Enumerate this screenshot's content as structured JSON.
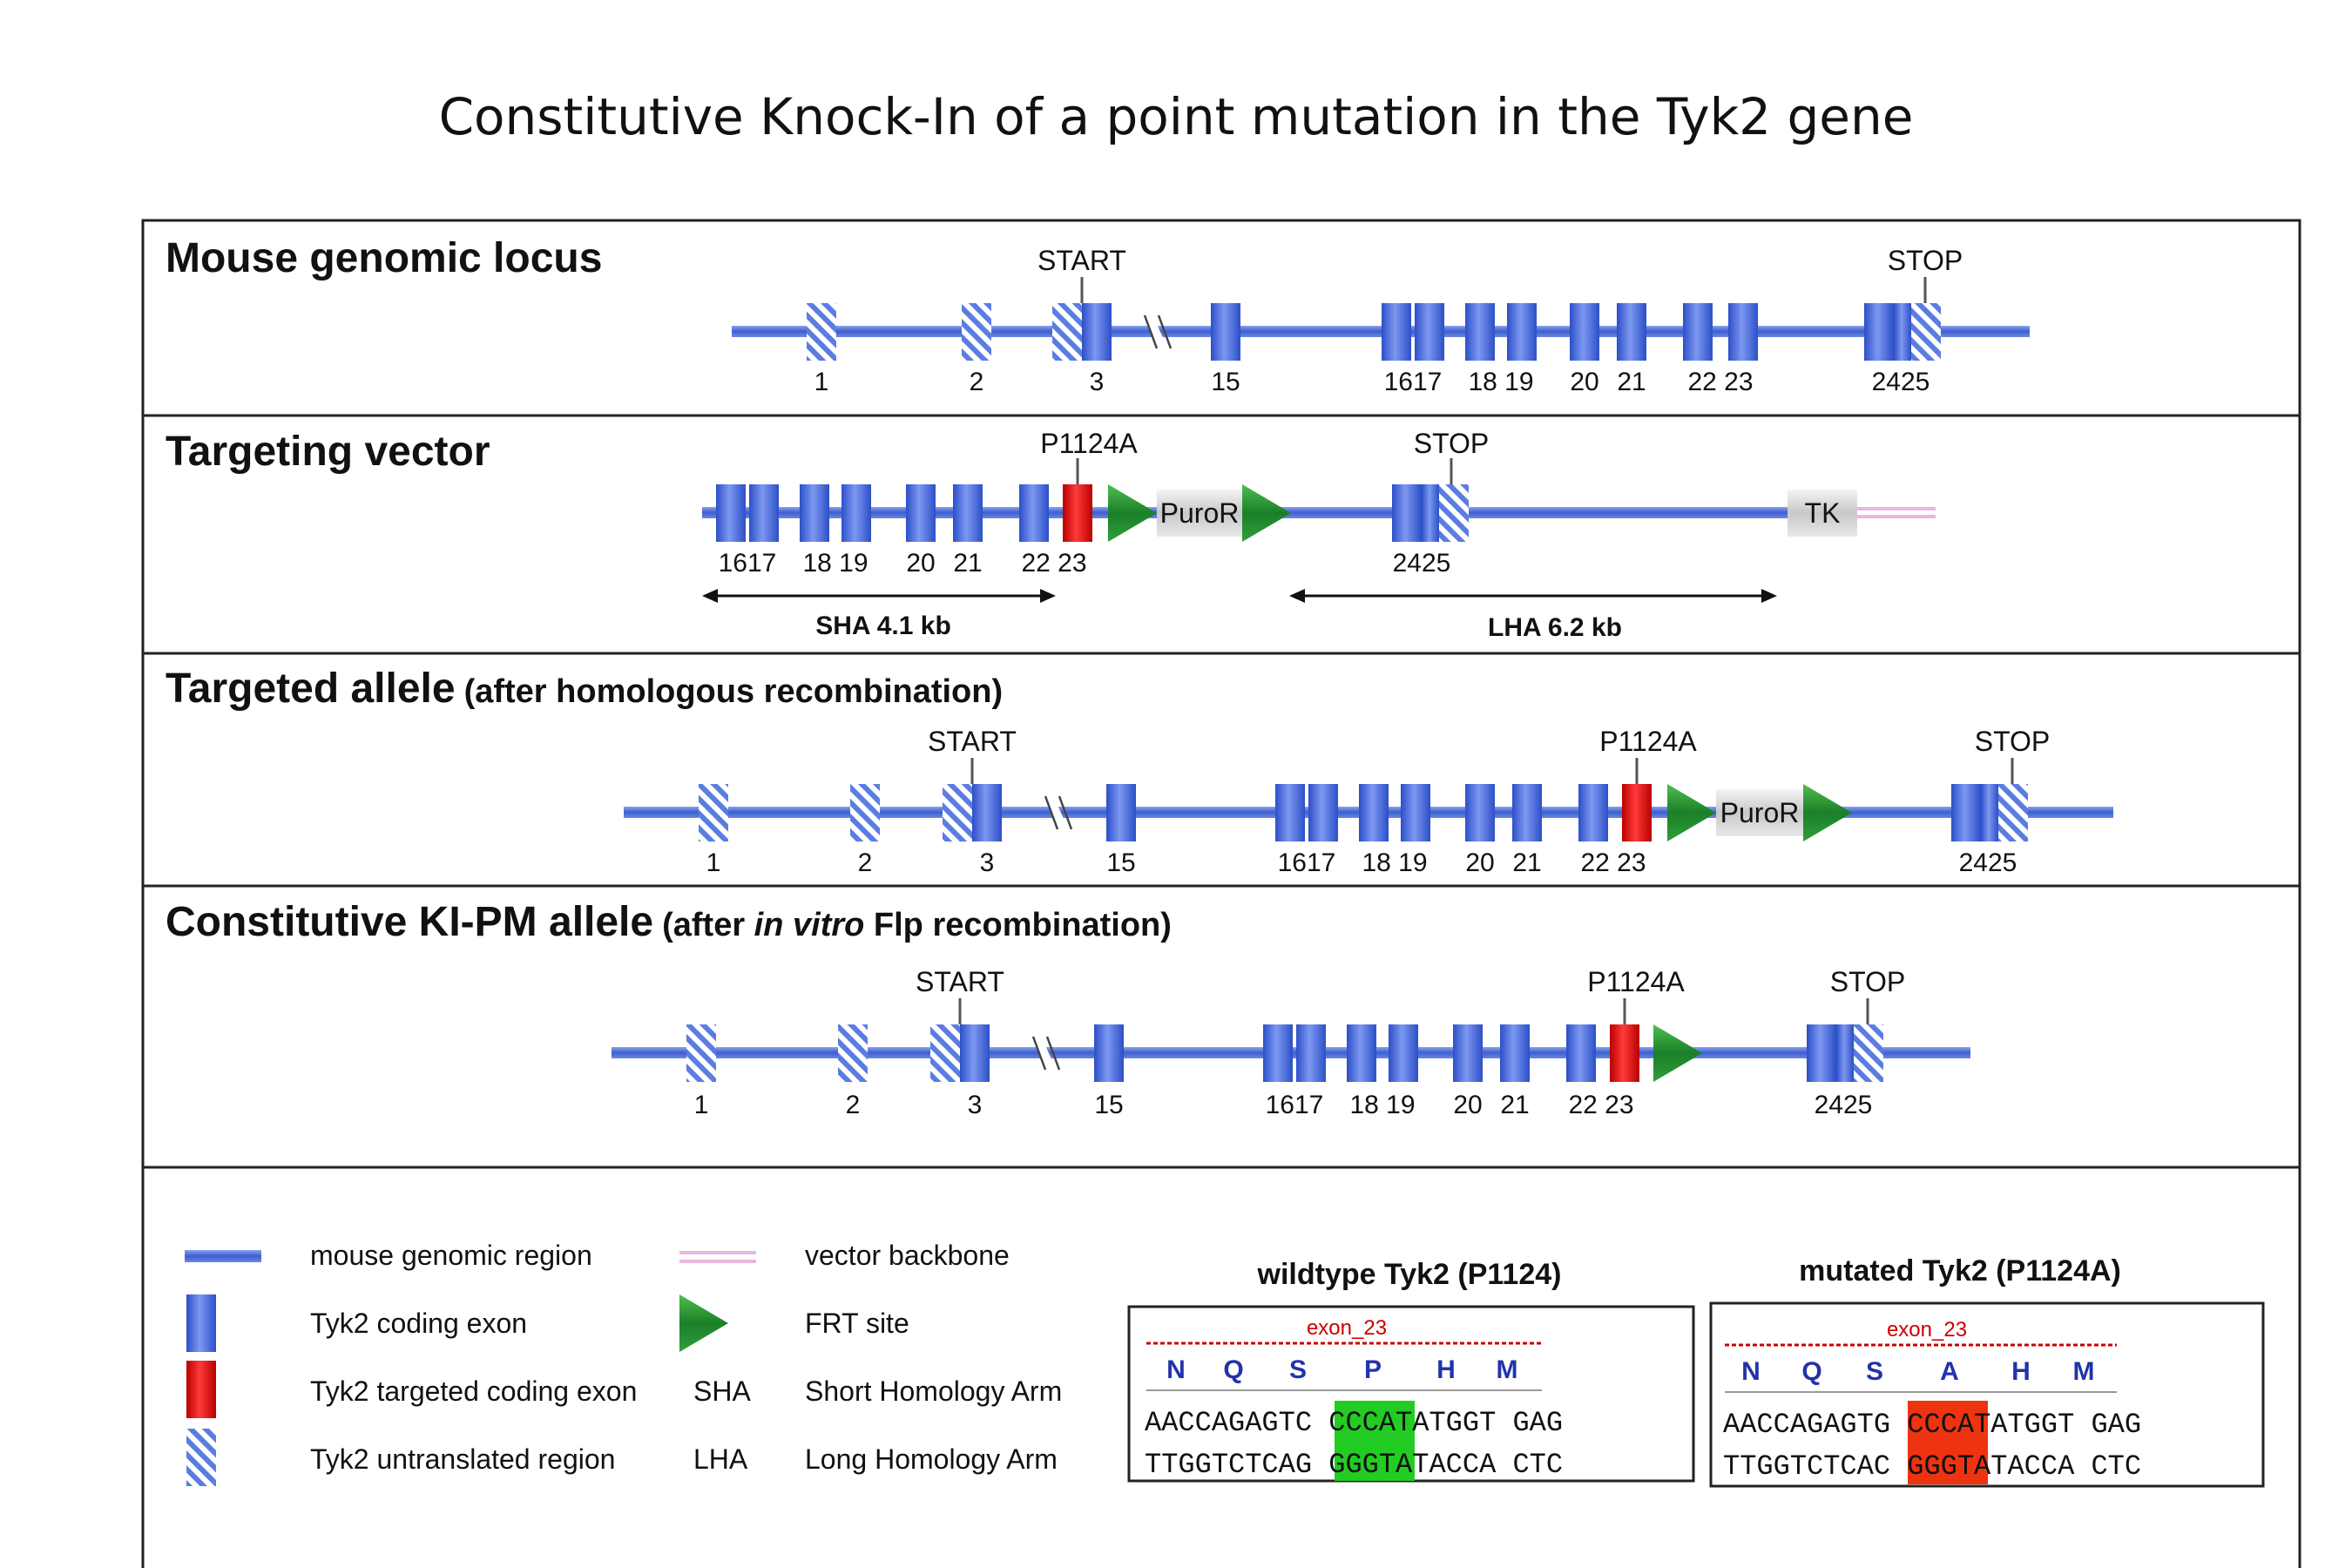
{
  "title": "Constitutive Knock-In of a point mutation in the Tyk2 gene",
  "panels": {
    "locus": {
      "heading": "Mouse genomic locus",
      "start": "START",
      "stop": "STOP",
      "labels": [
        "1",
        "2",
        "3",
        "15",
        "1617",
        "18 19",
        "20",
        "21",
        "22 23",
        "2425"
      ]
    },
    "vector": {
      "heading": "Targeting vector",
      "mutation": "P1124A",
      "stop": "STOP",
      "puro": "PuroR",
      "tk": "TK",
      "labels": [
        "1617",
        "18 19",
        "20",
        "21",
        "22 23",
        "2425"
      ],
      "sha": "SHA 4.1 kb",
      "lha": "LHA 6.2 kb"
    },
    "targeted": {
      "heading": "Targeted allele",
      "subheading": "(after homologous recombination)",
      "start": "START",
      "mutation": "P1124A",
      "stop": "STOP",
      "puro": "PuroR",
      "labels": [
        "1",
        "2",
        "3",
        "15",
        "1617",
        "18 19",
        "20",
        "21",
        "22 23",
        "2425"
      ]
    },
    "constitutive": {
      "heading": "Constitutive KI-PM allele",
      "sub_pre": "(after ",
      "sub_italic": "in vitro",
      "sub_post": " Flp recombination)",
      "start": "START",
      "mutation": "P1124A",
      "stop": "STOP",
      "labels": [
        "1",
        "2",
        "3",
        "15",
        "1617",
        "18 19",
        "20",
        "21",
        "22 23",
        "2425"
      ]
    }
  },
  "legend": {
    "genomic": "mouse genomic region",
    "backbone": "vector backbone",
    "coding": "Tyk2 coding exon",
    "frt": "FRT site",
    "targeted_exon": "Tyk2 targeted coding exon",
    "sha_abbr": "SHA",
    "sha_full": "Short Homology Arm",
    "utr": "Tyk2 untranslated region",
    "lha_abbr": "LHA",
    "lha_full": "Long Homology Arm"
  },
  "sequences": {
    "wildtype": {
      "title": "wildtype Tyk2 (P1124)",
      "exon": "exon_23",
      "aa": [
        "N",
        "Q",
        "S",
        "P",
        "H",
        "M"
      ],
      "top": "AACCAGAGTC CCCATATGGT GAG",
      "bottom": "TTGGTCTCAG GGGTATACCA CTC",
      "highlight": "#22cc22"
    },
    "mutated": {
      "title": "mutated Tyk2 (P1124A)",
      "exon": "exon_23",
      "aa": [
        "N",
        "Q",
        "S",
        "A",
        "H",
        "M"
      ],
      "top": "AACCAGAGTG CCCATATGGT GAG",
      "bottom": "TTGGTCTCAC GGGTATACCA CTC",
      "highlight": "#ee3311"
    }
  },
  "colors": {
    "line": "#5577dd",
    "exon": "#4466dd",
    "targeted": "#e01515",
    "frt": "#1f8c2a",
    "backbone": "#e0a8d8",
    "exon_label": "#cc0000",
    "aa": "#2233aa"
  }
}
